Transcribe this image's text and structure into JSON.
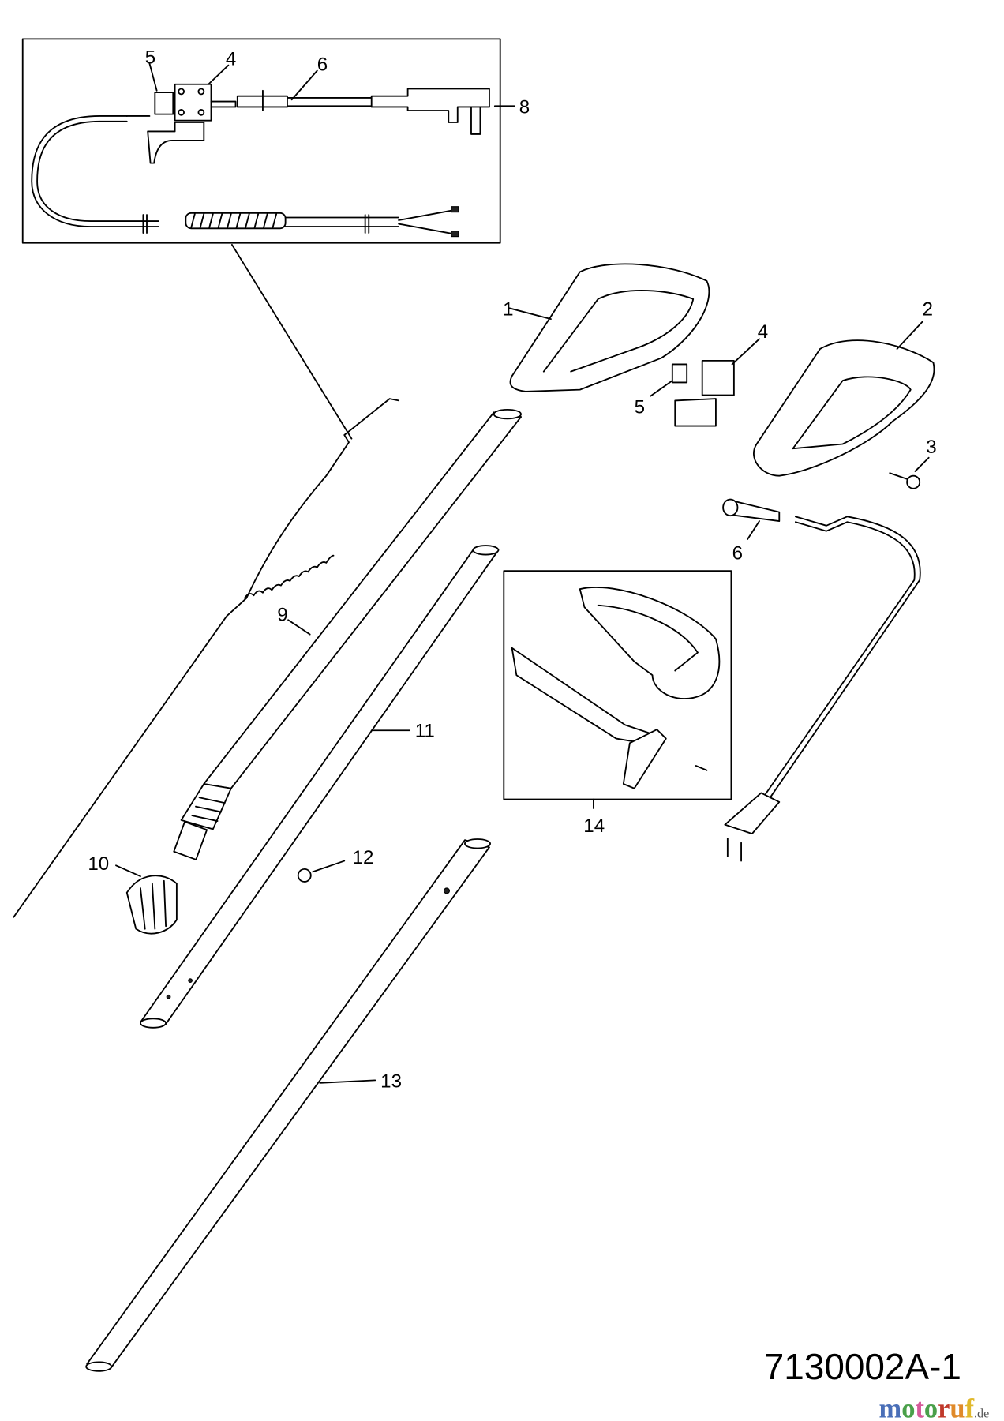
{
  "diagram_code": "7130002A-1",
  "watermark": "motoruf.de",
  "callouts": {
    "inset_5": "5",
    "inset_4": "4",
    "inset_6": "6",
    "inset_8": "8",
    "c1": "1",
    "c2": "2",
    "c3": "3",
    "c4": "4",
    "c5": "5",
    "c6": "6",
    "c9": "9",
    "c10": "10",
    "c11": "11",
    "c12": "12",
    "c13": "13",
    "c14": "14"
  }
}
